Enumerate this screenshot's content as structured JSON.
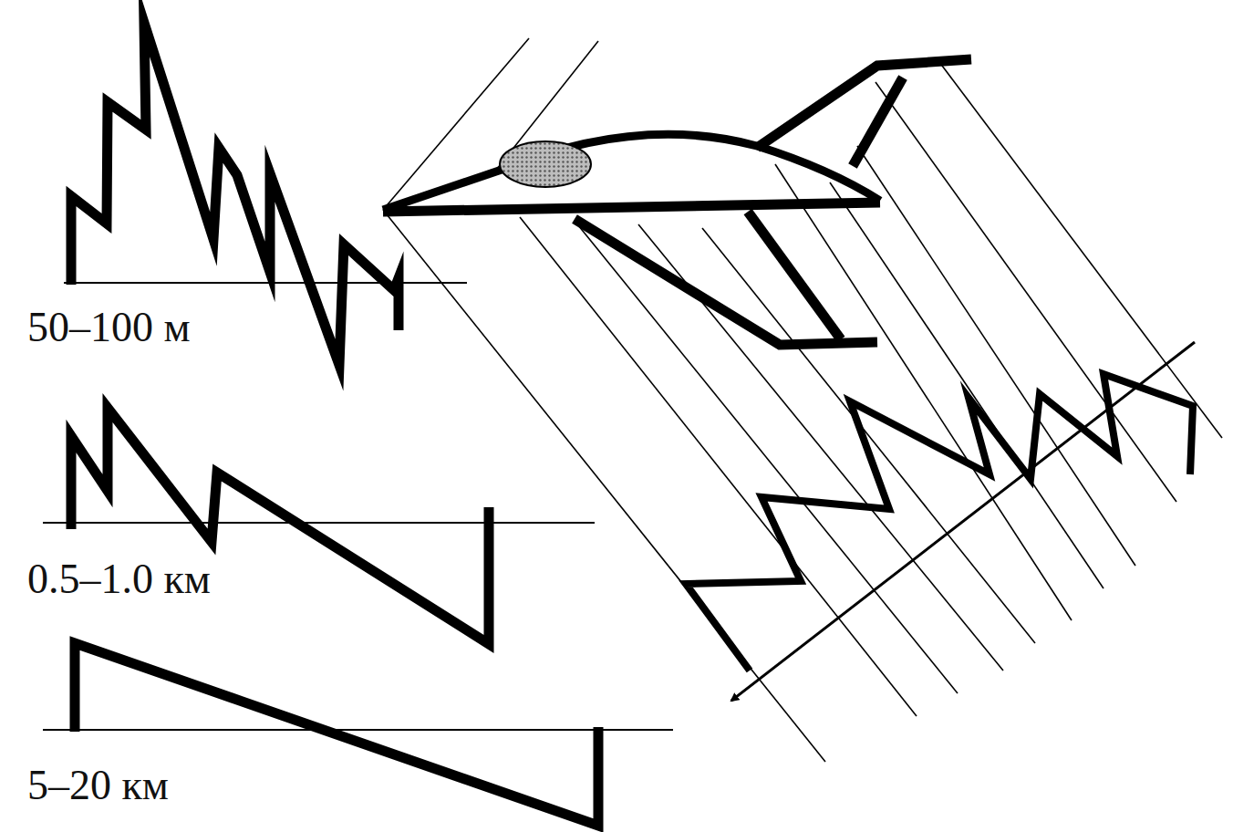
{
  "diagram": {
    "labels": [
      "50–100 м",
      "0.5–1.0 км",
      "5–20 км"
    ]
  }
}
